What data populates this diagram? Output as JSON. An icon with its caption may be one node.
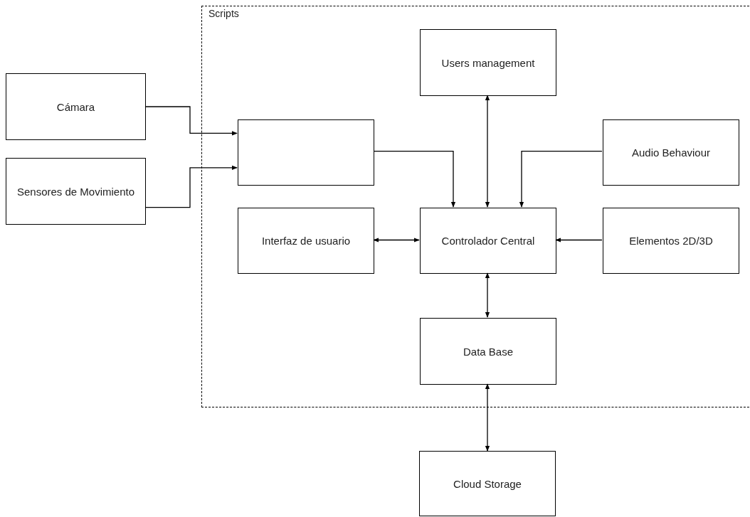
{
  "diagram": {
    "nodes": [
      {
        "text": [
          "Scripts"
        ]
      },
      {
        "text": [
          "Cámara"
        ]
      },
      {
        "text": [
          "Sensores de Movimiento"
        ]
      },
      {
        "text": [],
        "shape": "box",
        "in": 0
      },
      {
        "text": [
          "Users management"
        ],
        "in": 0
      },
      {
        "text": [
          "Audio Behaviour"
        ],
        "in": 0
      },
      {
        "text": [
          "Interfaz de usuario"
        ],
        "in": 0
      },
      {
        "text": [
          "Controlador Central"
        ],
        "in": 0
      },
      {
        "text": [
          "Elementos 2D/3D"
        ],
        "in": 0
      },
      {
        "text": [
          "Data Base"
        ],
        "in": 0
      },
      {
        "text": [
          "Cloud Storage"
        ]
      }
    ],
    "edges": [
      {
        "from": 1,
        "to": 3,
        "arrow": "to"
      },
      {
        "from": 2,
        "to": 3,
        "arrow": "to"
      },
      {
        "from": 3,
        "to": 7,
        "arrow": "to"
      },
      {
        "from": 4,
        "to": 7,
        "arrow": "both"
      },
      {
        "from": 5,
        "to": 7,
        "arrow": "to"
      },
      {
        "from": 6,
        "to": 7,
        "arrow": "both"
      },
      {
        "from": 8,
        "to": 7,
        "arrow": "to"
      },
      {
        "from": 7,
        "to": 9,
        "arrow": "both"
      },
      {
        "from": 9,
        "to": 10,
        "arrow": "both"
      }
    ]
  }
}
